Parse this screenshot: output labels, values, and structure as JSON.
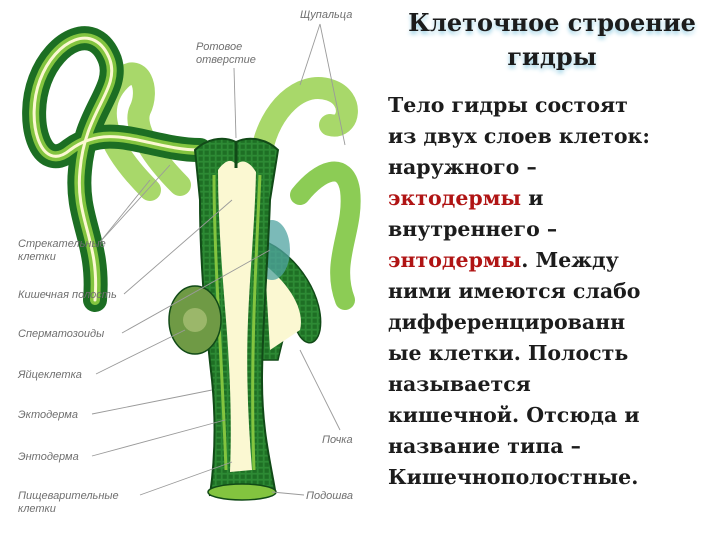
{
  "slide": {
    "title_line1": "Клеточное строение",
    "title_line2": "гидры",
    "body": {
      "part1": "    Тело гидры состоят\nиз двух слоев клеток:\nнаружного –\n",
      "term1": "эктодермы",
      "part2": " и\nвнутреннего –\n",
      "term2": "энтодермы",
      "part3": ". Между\nними имеются слабо\nдифференцированн\nые клетки. Полость\nназывается\nкишечной. Отсюда и\nназвание типа –\nКишечнополостные."
    },
    "highlight_color": "#b01414"
  },
  "diagram": {
    "labels": {
      "tentacles": "Щупальца",
      "mouth_line1": "Ротовое",
      "mouth_line2": "отверстие",
      "stinging_line1": "Стрекательные",
      "stinging_line2": "клетки",
      "gut_cavity": "Кишечная полость",
      "sperm": "Сперматозоиды",
      "egg": "Яйцеклетка",
      "ectoderm": "Эктодерма",
      "endoderm": "Энтодерма",
      "digestive_line1": "Пищеварительные",
      "digestive_line2": "клетки",
      "bud": "Почка",
      "foot": "Подошва"
    },
    "colors": {
      "ectoderm": "#1c6e23",
      "endoderm": "#83c43f",
      "tentacle": "#a8d86a",
      "cavity": "#fbf8d2",
      "outline": "#114a17"
    }
  }
}
